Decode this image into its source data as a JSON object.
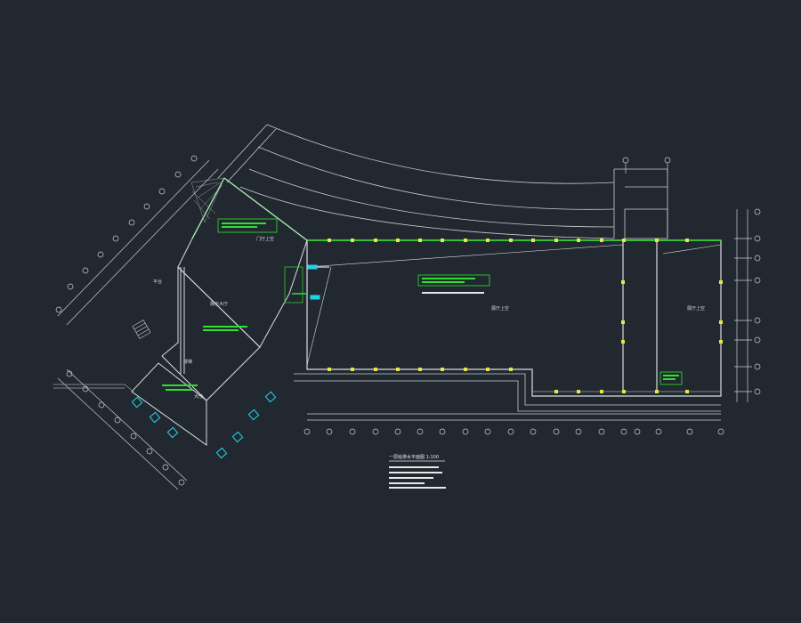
{
  "colors": {
    "background": "#212830",
    "line": "#c9cdd1",
    "wall": "#d9dde0",
    "green": "#2fe02f",
    "yellow": "#e6e64a",
    "cyan": "#22d3e6"
  },
  "drawing": {
    "title": "一层给排水平面图 1:100",
    "room_labels": {
      "hall_a": "门厅上空",
      "main_hall": "展厅上空",
      "hall_b": "展厅上空",
      "lobby": "展示大厅",
      "foyer": "大厅",
      "side": "平台",
      "stairs": "楼梯"
    }
  }
}
